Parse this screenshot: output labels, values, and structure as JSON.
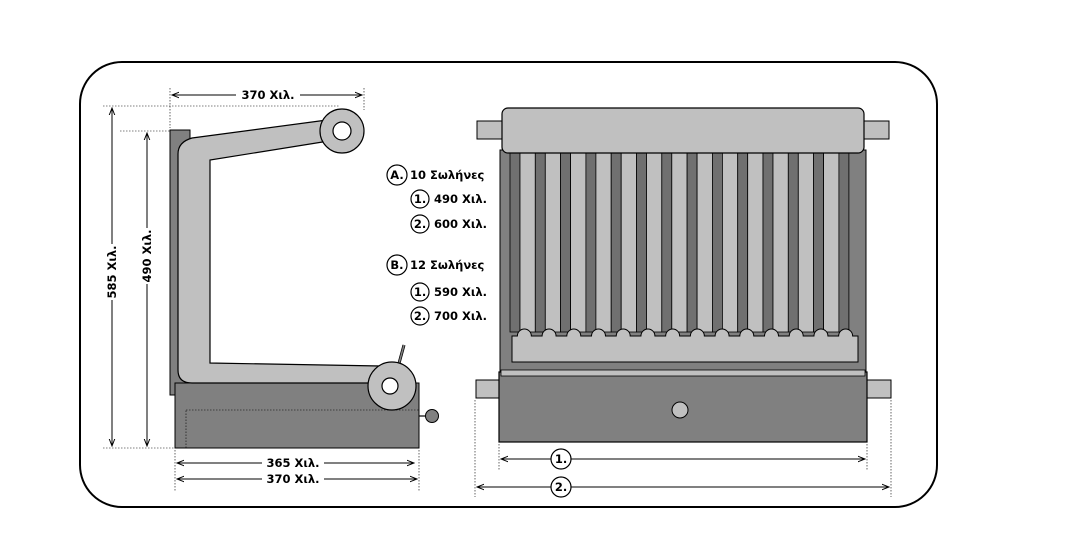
{
  "side_view": {
    "top_width": "370 Χιλ.",
    "height_outer": "585 Χιλ.",
    "height_inner": "490 Χιλ.",
    "base_width_inner": "365 Χιλ.",
    "base_width_outer": "370 Χιλ."
  },
  "legend": {
    "group_a": {
      "marker": "A.",
      "label": "10 Σωλήνες"
    },
    "group_a_size_1": {
      "marker": "1.",
      "label": "490 Χιλ."
    },
    "group_a_size_2": {
      "marker": "2.",
      "label": "600 Χιλ."
    },
    "group_b": {
      "marker": "B.",
      "label": "12 Σωλήνες"
    },
    "group_b_size_1": {
      "marker": "1.",
      "label": "590 Χιλ."
    },
    "group_b_size_2": {
      "marker": "2.",
      "label": "700 Χιλ."
    }
  },
  "front_view": {
    "width_marker_1": "1.",
    "width_marker_2": "2."
  },
  "colors": {
    "body_dark": "#808080",
    "body_light": "#c0c0c0",
    "outline": "#000000"
  }
}
